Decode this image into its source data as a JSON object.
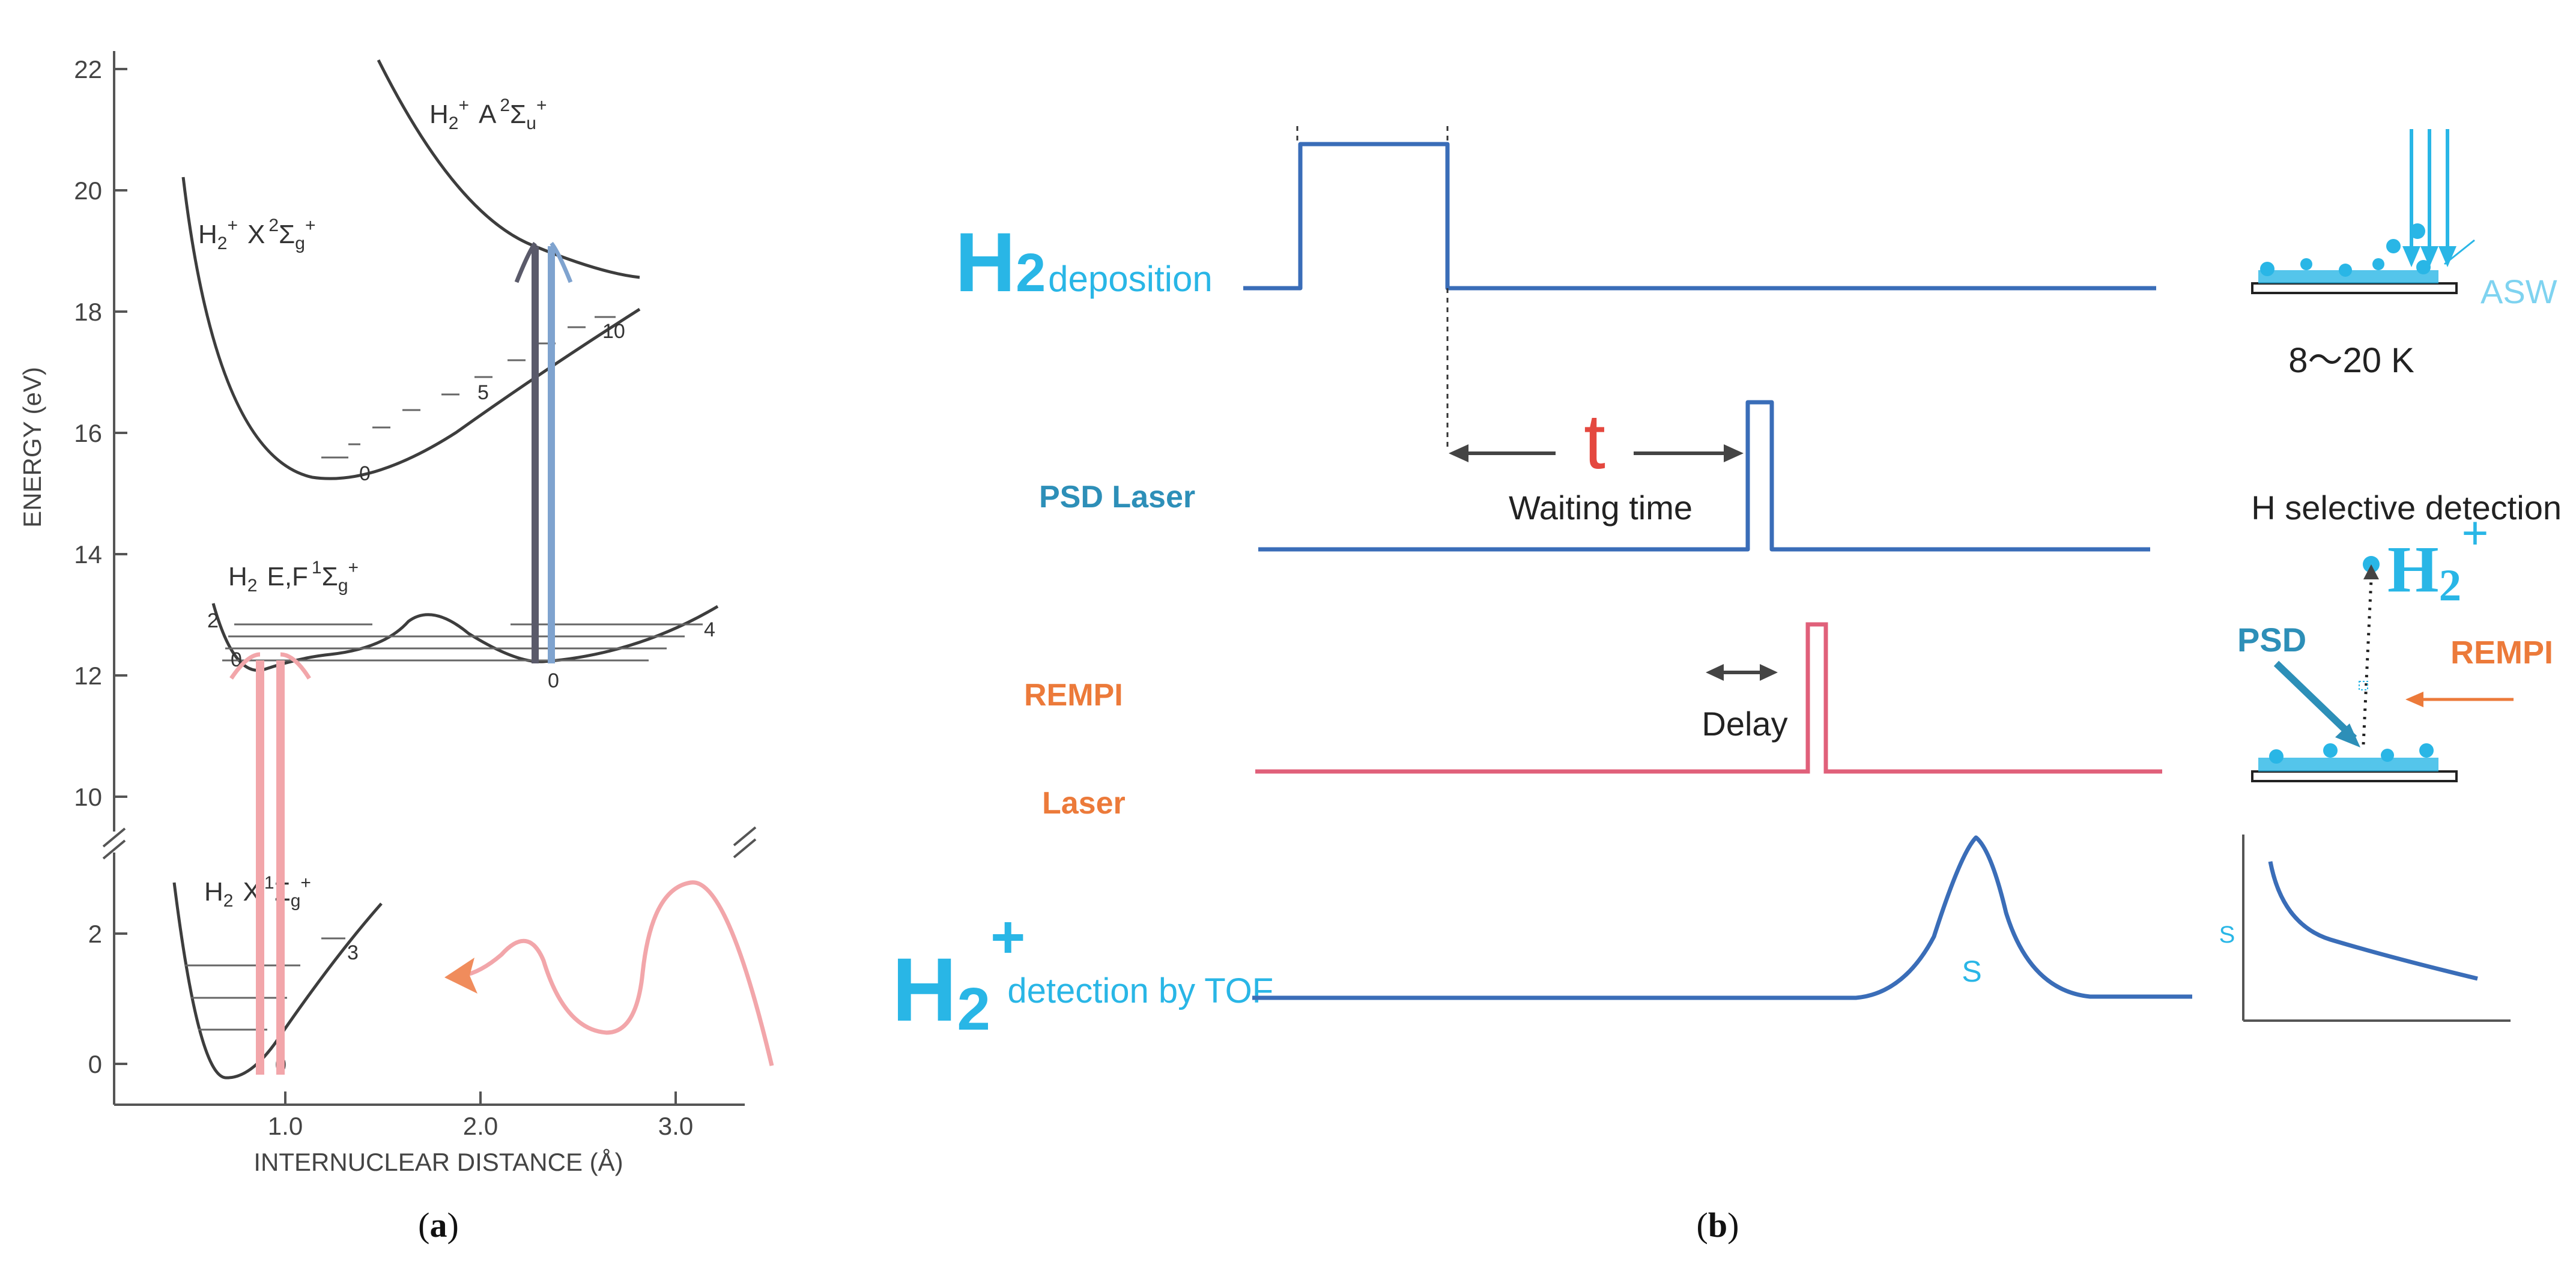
{
  "colors": {
    "curve": "#3d3d3d",
    "axis": "#555555",
    "pink": "#f2a6aa",
    "pink_arrow": "#f08c5c",
    "blue": "#3a6db8",
    "cyan": "#29b6e6",
    "teal": "#2d8fb8",
    "orange": "#ec7a3a",
    "red": "#e4483f",
    "rempi_line": "#e0607a",
    "dark_arrow": "#444444"
  },
  "panel_a": {
    "caption_open": "(",
    "caption_letter": "a",
    "caption_close": ")",
    "ylabel": "ENERGY (eV)",
    "xlabel": "INTERNUCLEAR DISTANCE (Å)",
    "y_ticks_upper": [
      "22",
      "20",
      "18",
      "16",
      "14",
      "12",
      "10"
    ],
    "y_ticks_lower": [
      "2",
      "0"
    ],
    "x_ticks": [
      "1.0",
      "2.0",
      "3.0"
    ],
    "states": {
      "ion_A": {
        "base": "H",
        "sub": "2",
        "sup": "+",
        "term": "A",
        "mult": "2",
        "sym": "Σ",
        "sym_sub": "u",
        "sym_sup": "+"
      },
      "ion_X": {
        "base": "H",
        "sub": "2",
        "sup": "+",
        "term": "X",
        "mult": "2",
        "sym": "Σ",
        "sym_sub": "g",
        "sym_sup": "+"
      },
      "ef": {
        "base": "H",
        "sub": "2",
        "term": "E,F",
        "mult": "1",
        "sym": "Σ",
        "sym_sub": "g",
        "sym_sup": "+"
      },
      "ground": {
        "base": "H",
        "sub": "2",
        "term": "X",
        "mult": "1",
        "sym": "Σ",
        "sym_sub": "g",
        "sym_sup": "+"
      }
    },
    "vib_labels": {
      "ion_0": "0",
      "ion_5": "5",
      "ion_10": "10",
      "ef_2": "2",
      "ef_0_left": "0",
      "ef_0_right": "0",
      "ef_4": "4",
      "gr_3": "3",
      "gr_0": "0"
    }
  },
  "panel_b": {
    "caption_open": "(",
    "caption_letter": "b",
    "caption_close": ")",
    "rows": {
      "deposition": {
        "main": "H",
        "sub": "2",
        "text": "deposition"
      },
      "psd": {
        "label": "PSD  Laser"
      },
      "rempi": {
        "line1": "REMPI",
        "line2": "Laser"
      },
      "detection": {
        "main": "H",
        "sub": "2",
        "sup": "+",
        "text": "detection by TOF"
      }
    },
    "wait_symbol": "t",
    "wait_label": "Waiting time",
    "delay_label": "Delay",
    "peak_label": "S",
    "sketch": {
      "asw": "ASW",
      "temp": "8～20 K",
      "selective": "H selective detection",
      "ion": {
        "main": "H",
        "sub": "2",
        "sup": "+"
      },
      "psd": "PSD",
      "rempi": "REMPI",
      "decay_ylabel": "S"
    }
  }
}
